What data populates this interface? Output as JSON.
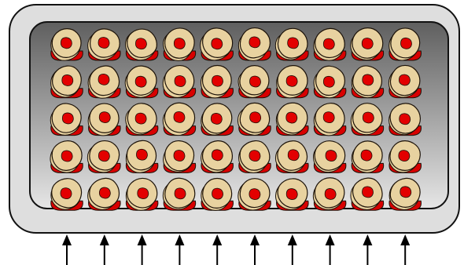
{
  "diagram": {
    "grid": {
      "rows": 5,
      "columns": 10
    },
    "arrows": {
      "count": 10,
      "direction": "up"
    },
    "colors": {
      "background": "#ffffff",
      "tray_fill": "#dedede",
      "tray_stroke": "#111111",
      "chamber_gradient_top": "#5f5f5f",
      "chamber_gradient_bottom": "#e6e6e6",
      "cell_fill": "#e8d2a0",
      "cell_stroke": "#1c1208",
      "nucleus_fill": "#e30000",
      "cell_base_fill": "#d80000",
      "arrow": "#000000"
    }
  }
}
